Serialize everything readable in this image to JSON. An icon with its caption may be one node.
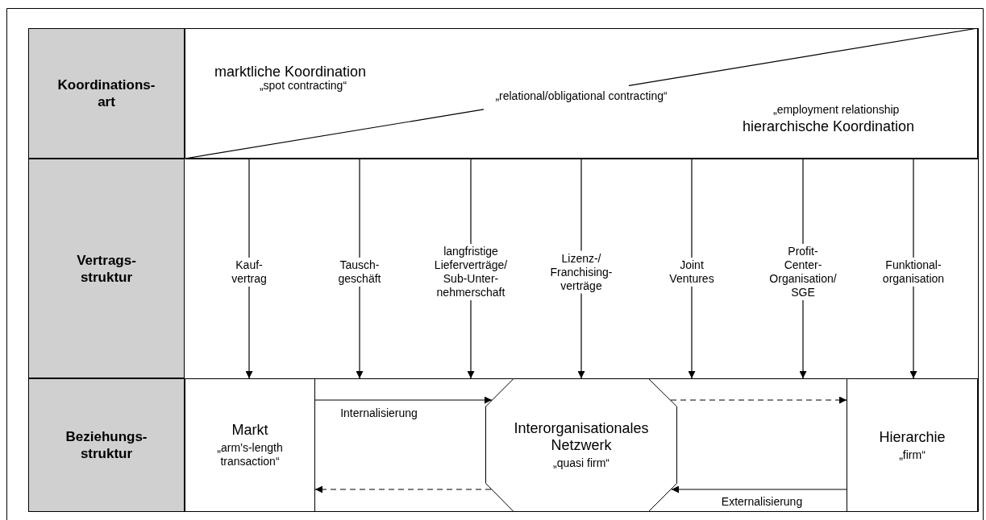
{
  "diagram": {
    "nodes": [
      {
        "text": [
          "Koordinations- art"
        ]
      },
      {
        "text": [
          "marktliche Koordination",
          "„spot contracting“",
          "„relational/obligational contracting“",
          "„employment relationship",
          "hierarchische Koordination"
        ]
      },
      {
        "text": [
          "Vertrags- struktur"
        ]
      },
      {
        "text": [
          "Beziehungs- struktur"
        ]
      },
      {
        "text": [
          "Markt",
          "„arm’s-length transaction“"
        ]
      },
      {
        "text": [
          "Interorganisationales Netzwerk",
          "„quasi firm“"
        ]
      },
      {
        "text": [
          "Hierarchie",
          "„firm“"
        ]
      }
    ],
    "edges": [
      {
        "from": 1,
        "to": 4,
        "arrow": "to",
        "label": "Kauf- vertrag"
      },
      {
        "from": 1,
        "to": null,
        "arrow": "to",
        "label": "Tausch- geschäft"
      },
      {
        "from": 1,
        "to": null,
        "arrow": "to",
        "label": "langfristige Lieferverträge/ Sub-Unter- nehmerschaft"
      },
      {
        "from": 1,
        "to": 5,
        "arrow": "to",
        "label": "Lizenz-/ Franchising- verträge"
      },
      {
        "from": 1,
        "to": null,
        "arrow": "to",
        "label": "Joint Ventures"
      },
      {
        "from": 1,
        "to": null,
        "arrow": "to",
        "label": "Profit- Center- Organisation/ SGE"
      },
      {
        "from": 1,
        "to": 6,
        "arrow": "to",
        "label": "Funktional- organisation"
      },
      {
        "from": 4,
        "to": 5,
        "arrow": "to",
        "label": "Internalisierung"
      },
      {
        "from": 5,
        "to": 6,
        "arrow": "to",
        "style": "dashed"
      },
      {
        "from": 6,
        "to": 5,
        "arrow": "to",
        "label": "Externalisierung"
      },
      {
        "from": 5,
        "to": 4,
        "arrow": "to",
        "style": "dashed"
      }
    ]
  }
}
